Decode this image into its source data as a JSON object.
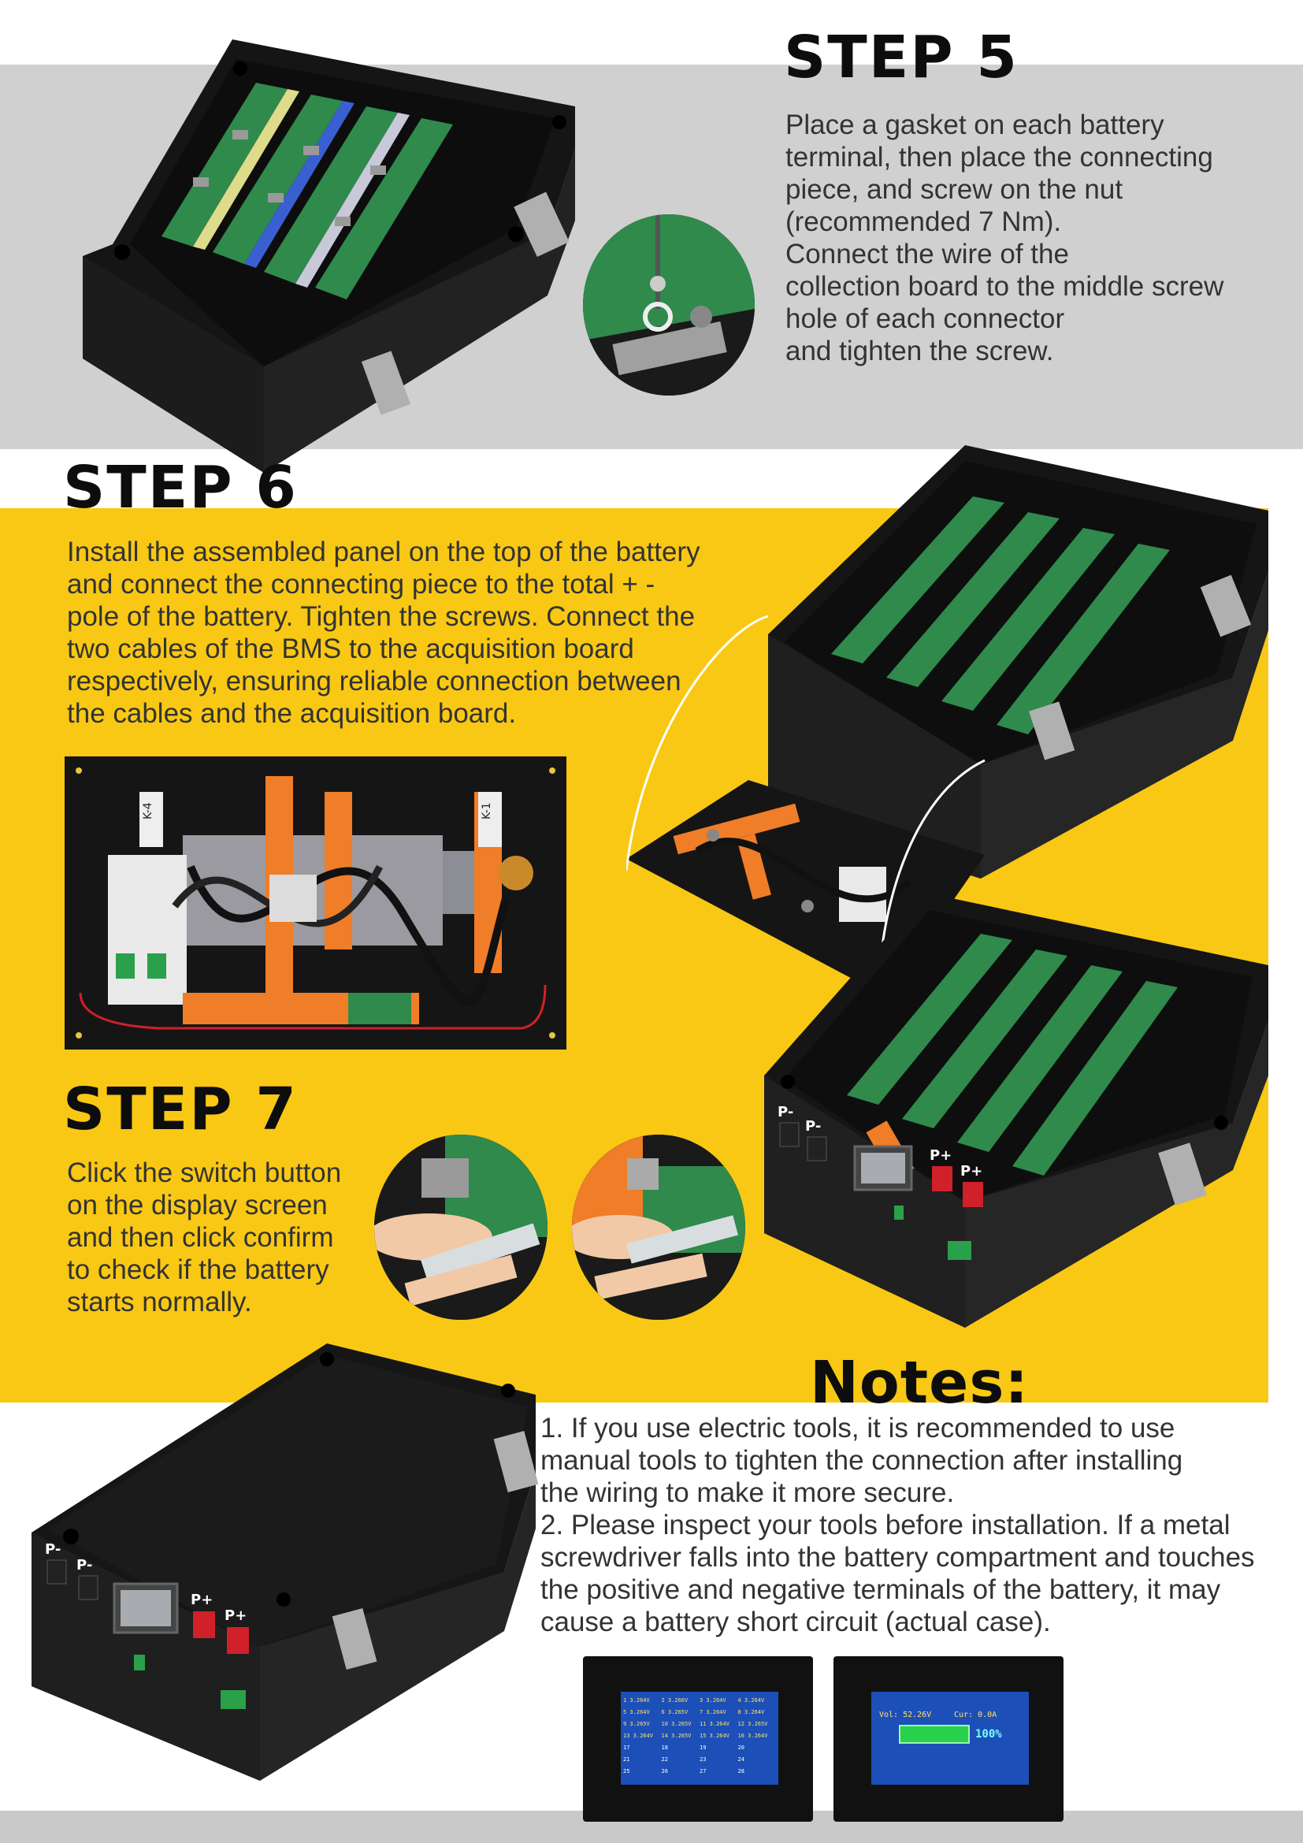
{
  "step5": {
    "title": "STEP 5",
    "lines": [
      "Place a gasket on each battery",
      "terminal, then place the connecting",
      "piece, and screw on the nut",
      "(recommended 7 Nm).",
      "Connect the wire of the",
      "collection board to the middle screw",
      "hole of each connector",
      "and tighten the screw."
    ]
  },
  "step6": {
    "title": "STEP  6",
    "lines": [
      "Install the assembled panel on the top of the battery",
      "and connect the connecting piece to the total + -",
      "pole of the battery. Tighten the screws. Connect the",
      "two cables of the BMS to the acquisition board",
      "respectively, ensuring reliable connection between",
      "the cables and the acquisition board."
    ]
  },
  "step7": {
    "title": "STEP  7",
    "lines": [
      "Click the switch button",
      "on the display screen",
      "and then click confirm",
      "to check if the battery",
      "starts normally."
    ]
  },
  "notes": {
    "title": "Notes:",
    "lines": [
      "1. If you use electric tools, it is recommended to use",
      "manual tools to tighten the connection after installing",
      "the wiring to make it more secure.",
      "2. Please inspect your tools before installation. If a metal",
      "screwdriver falls into the battery compartment and touches",
      "the positive and negative terminals of the battery, it may",
      "cause a battery short circuit (actual case)."
    ]
  },
  "terminal_labels": {
    "neg": "P-",
    "pos": "P+",
    "module_label_1": "K-4",
    "module_label_2": "K-1"
  },
  "screen1": {
    "rows": [
      [
        "1",
        "3.264V",
        "2",
        "3.266V",
        "3",
        "3.264V",
        "4",
        "3.264V"
      ],
      [
        "5",
        "3.264V",
        "6",
        "3.265V",
        "7",
        "3.264V",
        "8",
        "3.264V"
      ],
      [
        "9",
        "3.265V",
        "10",
        "3.265V",
        "11",
        "3.264V",
        "12",
        "3.265V"
      ],
      [
        "13",
        "3.264V",
        "14",
        "3.265V",
        "15",
        "3.264V",
        "16",
        "3.264V"
      ],
      [
        "17",
        "",
        "18",
        "",
        "19",
        "",
        "20",
        ""
      ],
      [
        "21",
        "",
        "22",
        "",
        "23",
        "",
        "24",
        ""
      ],
      [
        "25",
        "",
        "26",
        "",
        "27",
        "",
        "28",
        ""
      ]
    ]
  },
  "screen2": {
    "vol": "Vol: 52.26V",
    "cur": "Cur: 0.0A",
    "soc": "100%"
  },
  "colors": {
    "yellow": "#f9c814",
    "gray": "#d0d0d0",
    "battery": "#1e1e1e",
    "pcb": "#2f8a4c",
    "orange": "#f07d28",
    "terminal_red": "#d0202a"
  }
}
